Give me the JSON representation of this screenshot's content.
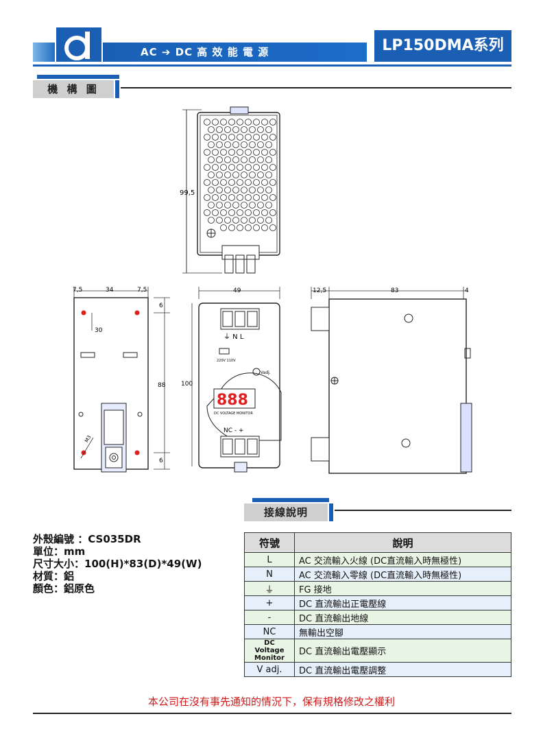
{
  "header": {
    "title": "AC ➔ DC 高 效 能 電 源",
    "series": "LP150DMA系列"
  },
  "section_mechanical": {
    "label": "機 構 圖"
  },
  "drawing_top": {
    "height_label": "99,5"
  },
  "drawing_front_left": {
    "dims": [
      "7,5",
      "34",
      "7,5"
    ],
    "hole_label": "30",
    "right_dims": [
      "6",
      "88",
      "6"
    ],
    "screw_label": "M3"
  },
  "drawing_front_center": {
    "width_label": "49",
    "height_label": "100",
    "terminals_top": "⏚  N  L",
    "voltage_select": "220V    110V",
    "vadj": "Vadj.",
    "display_digits": "888",
    "display_caption": "DC VOLTAGE MONITOR",
    "terminals_bottom": "NC  -  +"
  },
  "drawing_side": {
    "dims": [
      "12,5",
      "83",
      "4"
    ]
  },
  "section_wiring": {
    "label": "接線說明"
  },
  "specs": {
    "case_no": "外殼編號 ：CS035DR",
    "unit": "單位：mm",
    "size": "尺寸大小：100(H)*83(D)*49(W)",
    "material": "材質：鋁",
    "color": "顏色：鋁原色"
  },
  "wiring_table": {
    "headers": [
      "符號",
      "說明"
    ],
    "rows": [
      {
        "symbol": "L",
        "desc": "AC 交流輸入火線 (DC直流輸入時無極性)"
      },
      {
        "symbol": "N",
        "desc": "AC 交流輸入零線 (DC直流輸入時無極性)"
      },
      {
        "symbol": "⏚",
        "desc": "FG 接地"
      },
      {
        "symbol": "+",
        "desc": "DC 直流輸出正電壓線"
      },
      {
        "symbol": "-",
        "desc": "DC 直流輸出地線"
      },
      {
        "symbol": "NC",
        "desc": "無輸出空腳"
      },
      {
        "symbol": "DC Voltage Monitor",
        "desc": "DC 直流輸出電壓顯示"
      },
      {
        "symbol": "V adj.",
        "desc": "DC 直流輸出電壓調整"
      }
    ]
  },
  "notice": "本公司在沒有事先通知的情況下，保有規格修改之權利",
  "colors": {
    "brand_blue": "#1a5fb4",
    "notice_red": "#d01a1a",
    "led_red": "#e02020"
  }
}
